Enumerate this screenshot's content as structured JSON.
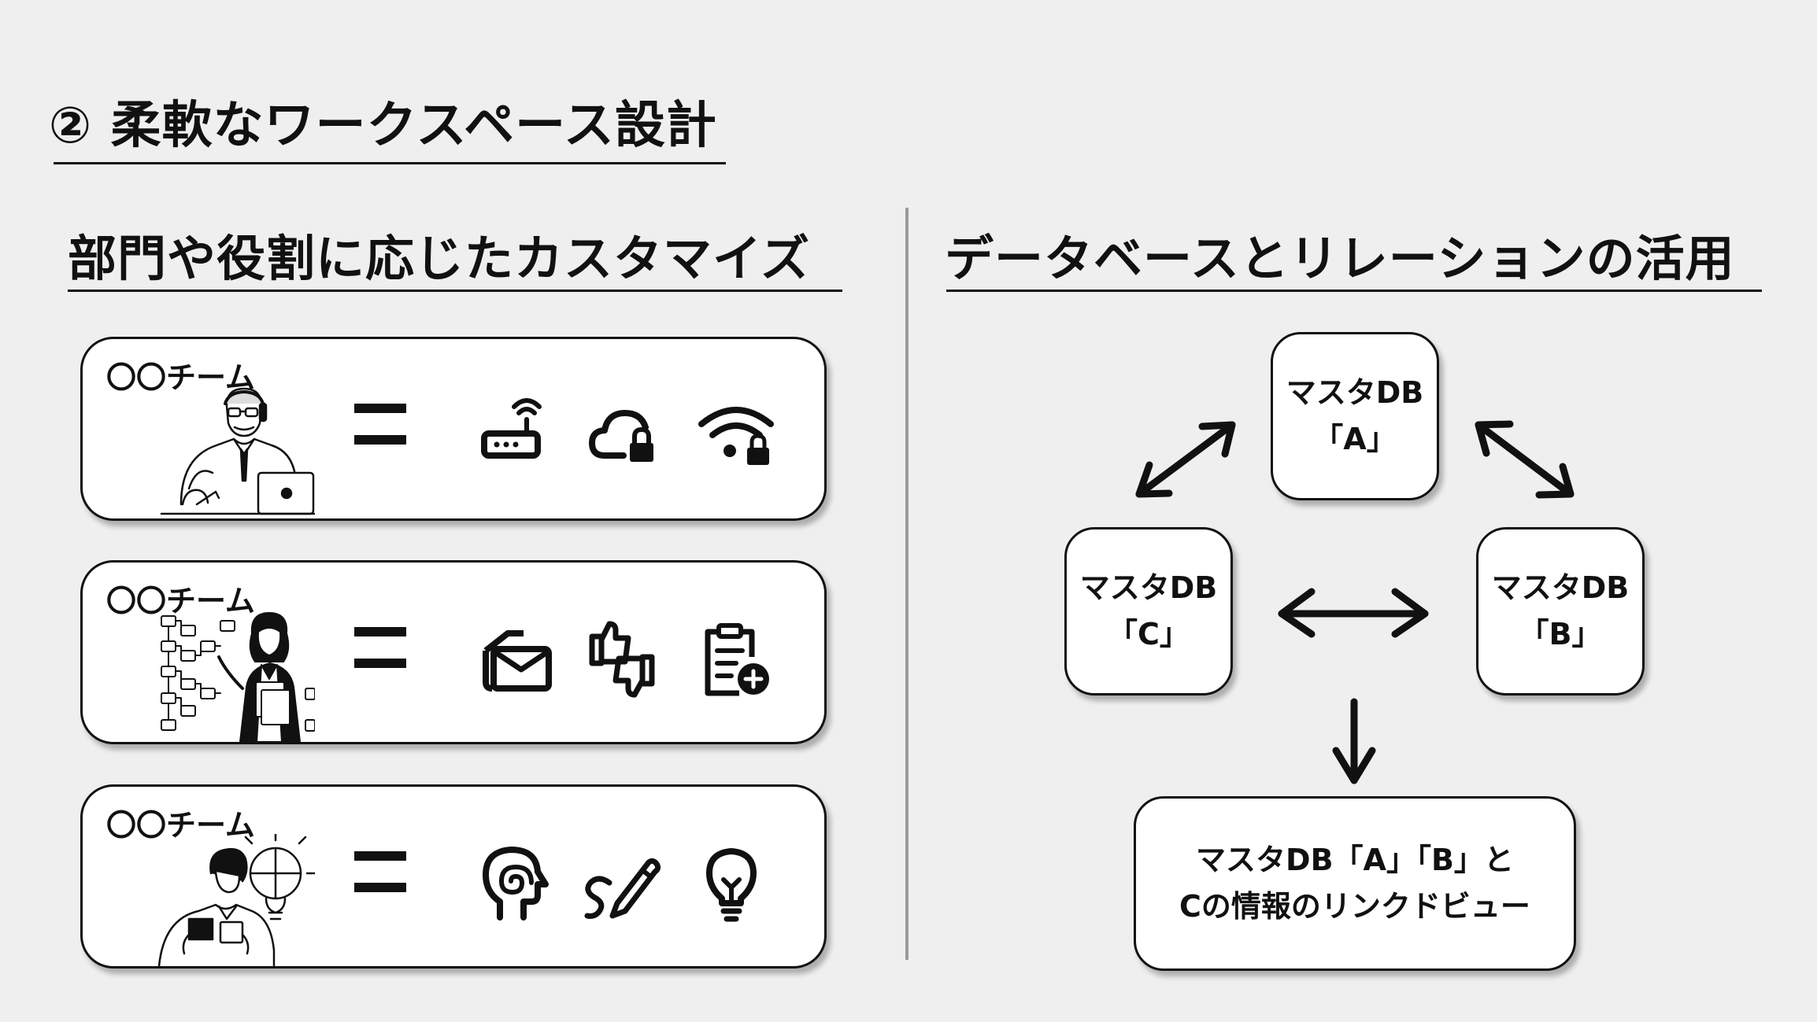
{
  "title": "② 柔軟なワークスペース設計",
  "left_section": {
    "heading": "部門や役割に応じたカスタマイズ",
    "teams": [
      {
        "label": "〇〇チーム",
        "illustration": "businessman-on-phone-illustration",
        "icons": [
          "router-icon",
          "cloud-lock-icon",
          "wifi-lock-icon"
        ]
      },
      {
        "label": "〇〇チーム",
        "illustration": "woman-with-flowchart-illustration",
        "icons": [
          "mail-icon",
          "thumbs-up-down-icon",
          "clipboard-add-icon"
        ]
      },
      {
        "label": "〇〇チーム",
        "illustration": "man-with-puzzle-illustration",
        "icons": [
          "head-spiral-icon",
          "pen-squiggle-icon",
          "lightbulb-icon"
        ]
      }
    ]
  },
  "right_section": {
    "heading": "データベースとリレーションの活用",
    "db_a": {
      "line1": "マスタDB",
      "line2": "「A」"
    },
    "db_b": {
      "line1": "マスタDB",
      "line2": "「B」"
    },
    "db_c": {
      "line1": "マスタDB",
      "line2": "「C」"
    },
    "linked_view": {
      "line1": "マスタDB「A」「B」と",
      "line2": "Cの情報のリンクドビュー"
    }
  },
  "colors": {
    "background": "#efefef",
    "card": "#ffffff",
    "ink": "#111111",
    "divider": "#9a9a9a"
  }
}
